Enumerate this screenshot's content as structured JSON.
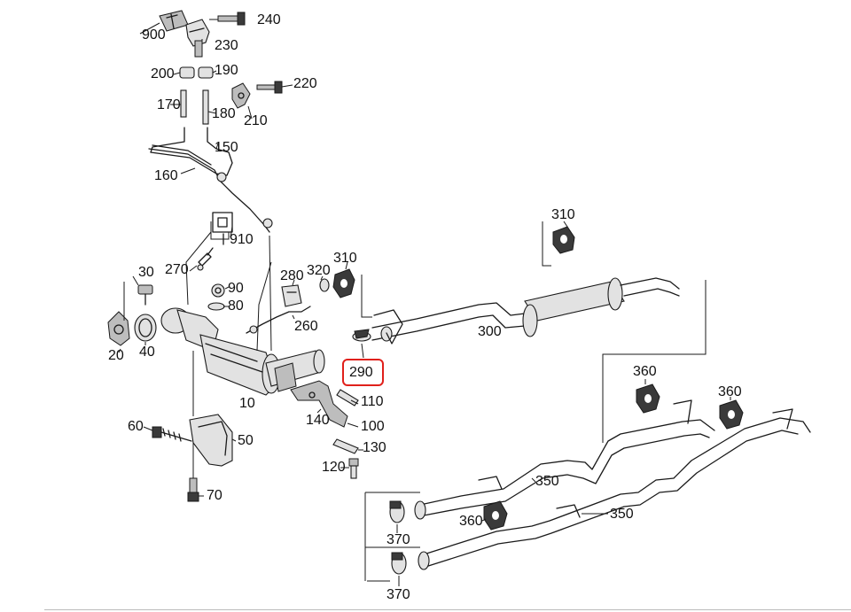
{
  "diagram": {
    "highlighted_callout": "290",
    "callouts": [
      {
        "id": "c900",
        "text": "900"
      },
      {
        "id": "c240",
        "text": "240"
      },
      {
        "id": "c230",
        "text": "230"
      },
      {
        "id": "c200",
        "text": "200"
      },
      {
        "id": "c190",
        "text": "190"
      },
      {
        "id": "c220",
        "text": "220"
      },
      {
        "id": "c170",
        "text": "170"
      },
      {
        "id": "c180",
        "text": "180"
      },
      {
        "id": "c210",
        "text": "210"
      },
      {
        "id": "c150",
        "text": "150"
      },
      {
        "id": "c160",
        "text": "160"
      },
      {
        "id": "c910",
        "text": "910"
      },
      {
        "id": "c310a",
        "text": "310"
      },
      {
        "id": "c310b",
        "text": "310"
      },
      {
        "id": "c30",
        "text": "30"
      },
      {
        "id": "c270",
        "text": "270"
      },
      {
        "id": "c280",
        "text": "280"
      },
      {
        "id": "c320",
        "text": "320"
      },
      {
        "id": "c90",
        "text": "90"
      },
      {
        "id": "c80",
        "text": "80"
      },
      {
        "id": "c260",
        "text": "260"
      },
      {
        "id": "c300",
        "text": "300"
      },
      {
        "id": "c20",
        "text": "20"
      },
      {
        "id": "c40",
        "text": "40"
      },
      {
        "id": "c290",
        "text": "290"
      },
      {
        "id": "c10",
        "text": "10"
      },
      {
        "id": "c110",
        "text": "110"
      },
      {
        "id": "c360a",
        "text": "360"
      },
      {
        "id": "c360b",
        "text": "360"
      },
      {
        "id": "c140",
        "text": "140"
      },
      {
        "id": "c100",
        "text": "100"
      },
      {
        "id": "c60",
        "text": "60"
      },
      {
        "id": "c50",
        "text": "50"
      },
      {
        "id": "c130",
        "text": "130"
      },
      {
        "id": "c120",
        "text": "120"
      },
      {
        "id": "c350a",
        "text": "350"
      },
      {
        "id": "c70",
        "text": "70"
      },
      {
        "id": "c360c",
        "text": "360"
      },
      {
        "id": "c350b",
        "text": "350"
      },
      {
        "id": "c370a",
        "text": "370"
      },
      {
        "id": "c370b",
        "text": "370"
      }
    ]
  },
  "colors": {
    "highlight": "#e0201b",
    "line": "#1a1a1a",
    "background": "#ffffff"
  }
}
